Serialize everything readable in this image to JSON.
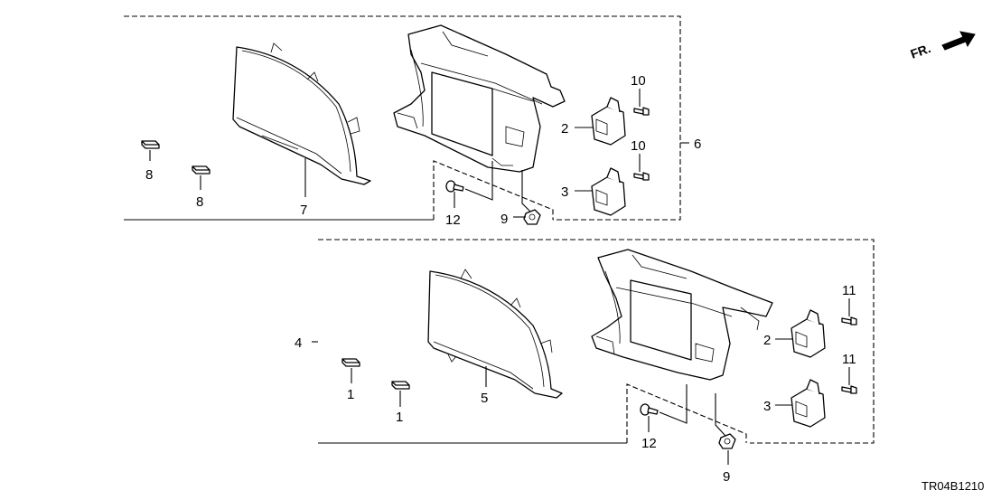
{
  "direction_indicator": "FR.",
  "diagram_code": "TR04B1210",
  "callouts": {
    "upper": {
      "p1": "8",
      "p2": "8",
      "p3": "7",
      "p4": "12",
      "p5": "9",
      "p6": "10",
      "p7": "2",
      "p8": "10",
      "p9": "3",
      "p10": "6"
    },
    "lower": {
      "p1": "4",
      "p2": "1",
      "p3": "1",
      "p4": "5",
      "p5": "12",
      "p6": "9",
      "p7": "11",
      "p8": "2",
      "p9": "11",
      "p10": "3"
    }
  }
}
